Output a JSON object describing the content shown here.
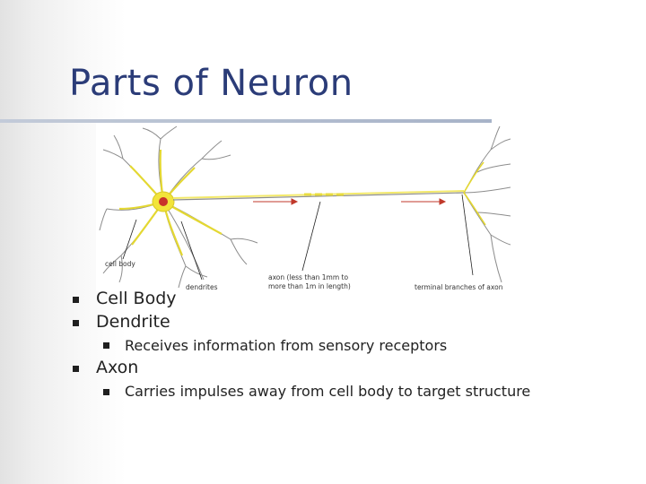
{
  "slide": {
    "title": "Parts of Neuron"
  },
  "diagram": {
    "labels": {
      "cell_body": "cell body",
      "dendrites": "dendrites",
      "axon_line1": "axon (less than 1mm to",
      "axon_line2": "more than 1m in length)",
      "terminal": "terminal branches of axon"
    },
    "colors": {
      "cell_body_fill": "#f2e43a",
      "nucleus": "#c8322a",
      "axon_highlight": "#f3e96a",
      "arrow": "#c0392b",
      "branch_stroke": "#8a8a8a"
    }
  },
  "bullets": [
    {
      "level": 1,
      "text": "Cell Body"
    },
    {
      "level": 1,
      "text": "Dendrite"
    },
    {
      "level": 2,
      "text": "Receives information from sensory receptors"
    },
    {
      "level": 1,
      "text": "Axon"
    },
    {
      "level": 2,
      "text": "Carries impulses away from cell body to target structure"
    }
  ],
  "bullet_icon": "square-bullet-icon"
}
